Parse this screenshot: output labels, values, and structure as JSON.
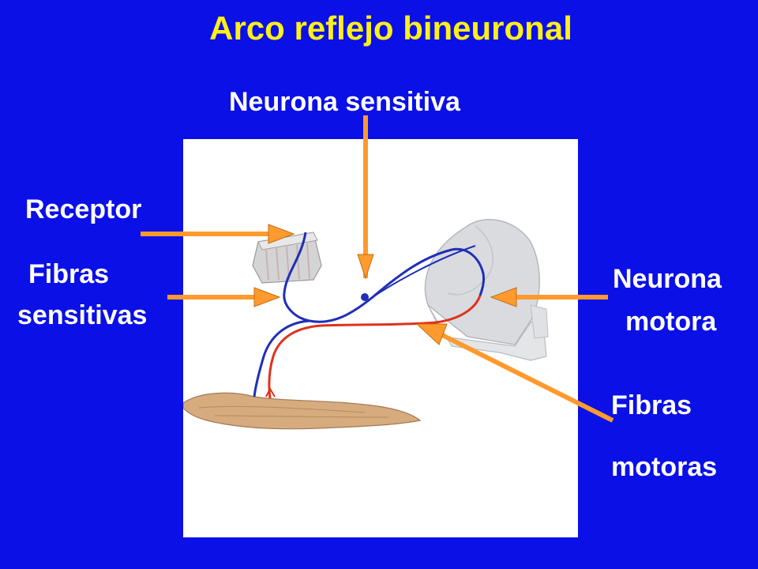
{
  "title": "Arco reflejo bineuronal",
  "labels": {
    "neurona_sensitiva": "Neurona sensitiva",
    "receptor": "Receptor",
    "fibras_sensitivas_1": "Fibras",
    "fibras_sensitivas_2": "sensitivas",
    "neurona_motora_1": "Neurona",
    "neurona_motora_2": "motora",
    "fibras_motoras_1": "Fibras",
    "fibras_motoras_2": "motoras"
  },
  "colors": {
    "background": "#0a10e6",
    "title": "#ffef1a",
    "label": "#ffffff",
    "arrow": "#ff9a2e",
    "sensory_fiber": "#1f2fb8",
    "motor_fiber": "#e0311c",
    "muscle": "#d6ab7e",
    "spinal_cord": "#c9ccd0"
  }
}
